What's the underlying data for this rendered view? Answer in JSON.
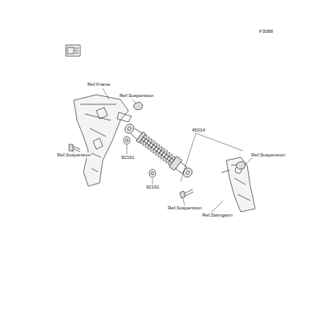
{
  "diagram": {
    "labels": [
      "F3088",
      "Ref.Frame",
      "Ref.Suspension",
      "45014",
      "Ref.Suspension",
      "92161",
      "Ref.Suspension",
      "92161",
      "Ref.Suspension",
      "Ref.Swingarm"
    ]
  }
}
